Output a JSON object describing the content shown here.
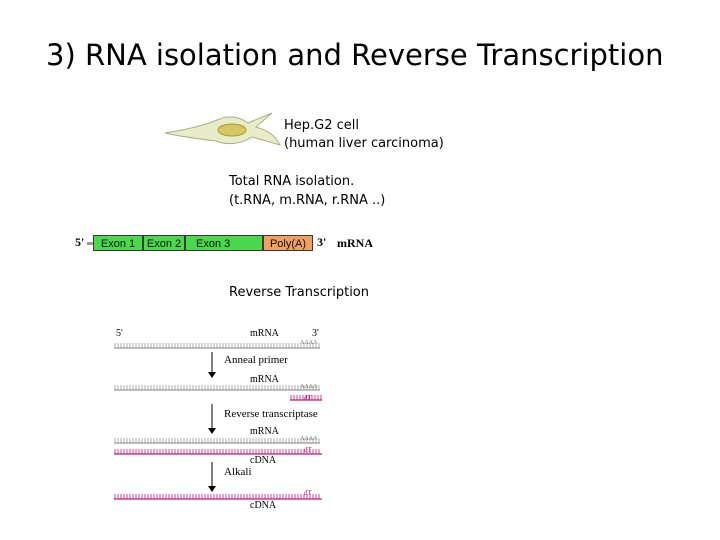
{
  "title": "3) RNA isolation and Reverse Transcription",
  "cell": {
    "line1": "Hep.G2 cell",
    "line2": "(human liver carcinoma)"
  },
  "total_rna": {
    "line1": "Total RNA isolation.",
    "line2": "(t.RNA, m.RNA, r.RNA ..)"
  },
  "mrna_diagram": {
    "five_prime": "5'",
    "three_prime": "3'",
    "label": "mRNA",
    "segments": [
      {
        "label": "Exon 1",
        "color": "#4cd84c"
      },
      {
        "label": "Exon 2",
        "color": "#4cd84c"
      },
      {
        "label": "Exon 3",
        "color": "#4cd84c"
      },
      {
        "label": "Poly(A)",
        "color": "#f0a060"
      }
    ]
  },
  "rt_label": "Reverse Transcription",
  "rt_diagram": {
    "five_prime": "5'",
    "three_prime": "3'",
    "lanes": [
      {
        "top_label": "mRNA",
        "bottom_label": "",
        "tail": "AAAA",
        "primer": ""
      },
      {
        "top_label": "mRNA",
        "bottom_label": "",
        "tail": "AAAA",
        "primer": "dT"
      },
      {
        "top_label": "mRNA",
        "bottom_label": "cDNA",
        "tail": "AAAA",
        "primer": "dT"
      },
      {
        "top_label": "",
        "bottom_label": "cDNA",
        "tail": "",
        "primer": "dT"
      }
    ],
    "steps": [
      "Anneal primer",
      "Reverse transcriptase",
      "Alkali"
    ],
    "colors": {
      "rna": "#9a9a9a",
      "cdna": "#c8187a"
    }
  }
}
